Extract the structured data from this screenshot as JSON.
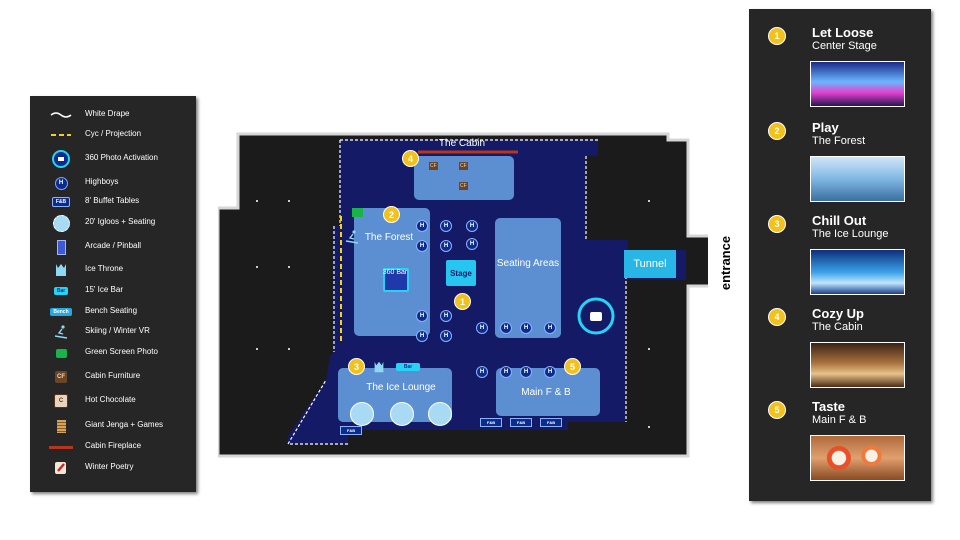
{
  "legend": {
    "items": [
      {
        "label": "White Drape",
        "icon": "white-drape-icon"
      },
      {
        "label": "Cyc / Projection",
        "icon": "cyc-projection-icon"
      },
      {
        "label": "360 Photo Activation",
        "icon": "camera-ring-icon"
      },
      {
        "label": "Highboys",
        "icon": "highboy-icon",
        "symbol": "H"
      },
      {
        "label": "8' Buffet Tables",
        "icon": "buffet-table-icon",
        "symbol": "F&B"
      },
      {
        "label": "20' Igloos + Seating",
        "icon": "igloo-icon"
      },
      {
        "label": "Arcade / Pinball",
        "icon": "arcade-icon"
      },
      {
        "label": "Ice Throne",
        "icon": "ice-throne-icon"
      },
      {
        "label": "15' Ice Bar",
        "icon": "ice-bar-icon",
        "symbol": "Bar"
      },
      {
        "label": "Bench Seating",
        "icon": "bench-icon",
        "symbol": "Bench"
      },
      {
        "label": "Skiing / Winter VR",
        "icon": "skier-icon"
      },
      {
        "label": "Green Screen Photo",
        "icon": "green-camera-icon"
      },
      {
        "label": "Cabin Furniture",
        "icon": "cabin-furniture-icon",
        "symbol": "CF"
      },
      {
        "label": "Hot Chocolate",
        "icon": "hot-chocolate-icon",
        "symbol": "C"
      },
      {
        "label": "Giant Jenga + Games",
        "icon": "jenga-icon"
      },
      {
        "label": "Cabin Fireplace",
        "icon": "fireplace-icon"
      },
      {
        "label": "Winter Poetry",
        "icon": "poetry-icon"
      }
    ]
  },
  "map": {
    "rooms": {
      "cabin": "The Cabin",
      "forest": "The Forest",
      "bar360": "360 Bar",
      "stage": "Stage",
      "seating": "Seating Areas",
      "tunnel": "Tunnel",
      "ice_lounge": "The Ice Lounge",
      "main_fb": "Main F & B",
      "bar": "Bar"
    },
    "entrance": "entrance",
    "highboy_symbol": "H",
    "buffet_symbol": "F&B",
    "cf_symbol": "CF",
    "markers": [
      "1",
      "2",
      "3",
      "4",
      "5"
    ]
  },
  "activations": [
    {
      "num": "1",
      "title": "Let Loose",
      "subtitle": "Center Stage",
      "photo": "concert-stage-photo"
    },
    {
      "num": "2",
      "title": "Play",
      "subtitle": "The Forest",
      "photo": "winter-forest-photo"
    },
    {
      "num": "3",
      "title": "Chill Out",
      "subtitle": "The Ice Lounge",
      "photo": "ice-lounge-photo"
    },
    {
      "num": "4",
      "title": "Cozy Up",
      "subtitle": "The Cabin",
      "photo": "cabin-photo"
    },
    {
      "num": "5",
      "title": "Taste",
      "subtitle": "Main F & B",
      "photo": "sushi-photo"
    }
  ],
  "colors": {
    "floor": "#141a66",
    "room": "#5b8fd1",
    "accent_cyan": "#27d3f5",
    "marker": "#f3c11b",
    "panel": "#262626"
  }
}
